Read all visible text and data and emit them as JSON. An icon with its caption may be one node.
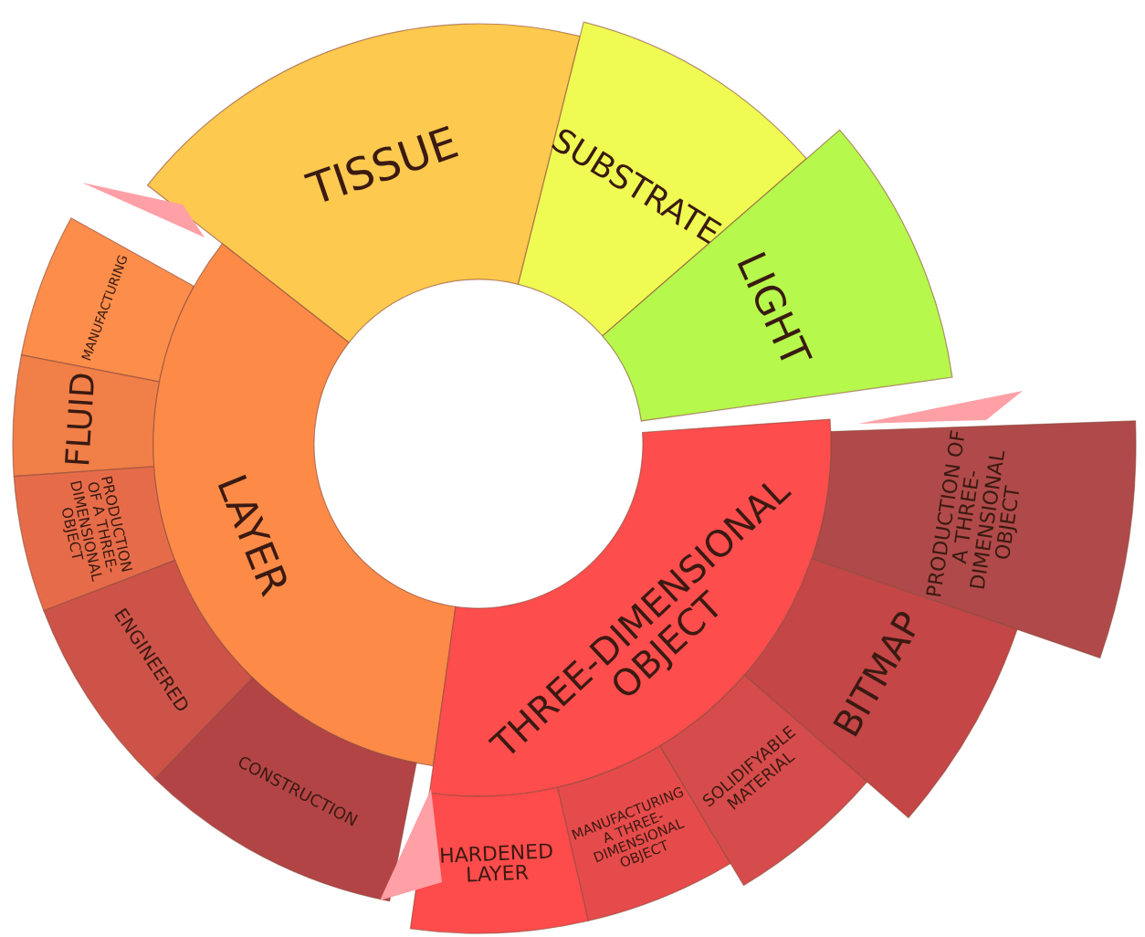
{
  "diagram": {
    "nodes": [
      {
        "text": [
          "TISSUE"
        ]
      },
      {
        "text": [
          "SUBSTRATE"
        ]
      },
      {
        "text": [
          "LIGHT"
        ]
      },
      {
        "text": [
          "MANUFACTURING"
        ]
      },
      {
        "text": [
          "FLUID"
        ]
      },
      {
        "text": [
          "PRODUCTION OF A THREE-DIMENSIONAL OBJECT"
        ]
      },
      {
        "text": [
          "LAYER"
        ]
      },
      {
        "text": [
          "PRODUCTION OF A THREE-DIMENSIONAL OBJECT"
        ]
      },
      {
        "text": [
          "THREE-DIMENSIONAL OBJECT"
        ]
      },
      {
        "text": [
          "BITMAP"
        ]
      },
      {
        "text": [
          "ENGINEERED"
        ]
      },
      {
        "text": [
          "CONSTRUCTION"
        ]
      },
      {
        "text": [
          "HARDENED LAYER"
        ]
      },
      {
        "text": [
          "MANUFACTURING A THREE-DIMENSIONAL OBJECT"
        ]
      },
      {
        "text": [
          "SOLIDIFYABLE MATERIAL"
        ]
      },
      {
        "text": [],
        "shape": "triangle"
      },
      {
        "text": [],
        "shape": "triangle"
      },
      {
        "text": [],
        "shape": "triangle"
      }
    ]
  }
}
